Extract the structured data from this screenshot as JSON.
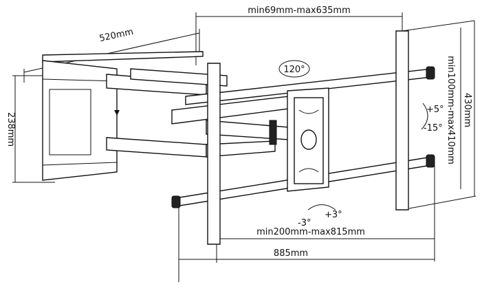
{
  "dimensions": {
    "arm_extension": "min69mm-max635mm",
    "wall_plate_width": "520mm",
    "wall_plate_height": "238mm",
    "vesa_vertical": "min100mm-max410mm",
    "rail_height": "430mm",
    "vesa_horizontal": "min200mm-max815mm",
    "total_width": "885mm"
  },
  "angles": {
    "swivel": "120°",
    "tilt_up": "+5°",
    "tilt_down": "-15°",
    "level_minus": "-3°",
    "level_plus": "+3°"
  }
}
